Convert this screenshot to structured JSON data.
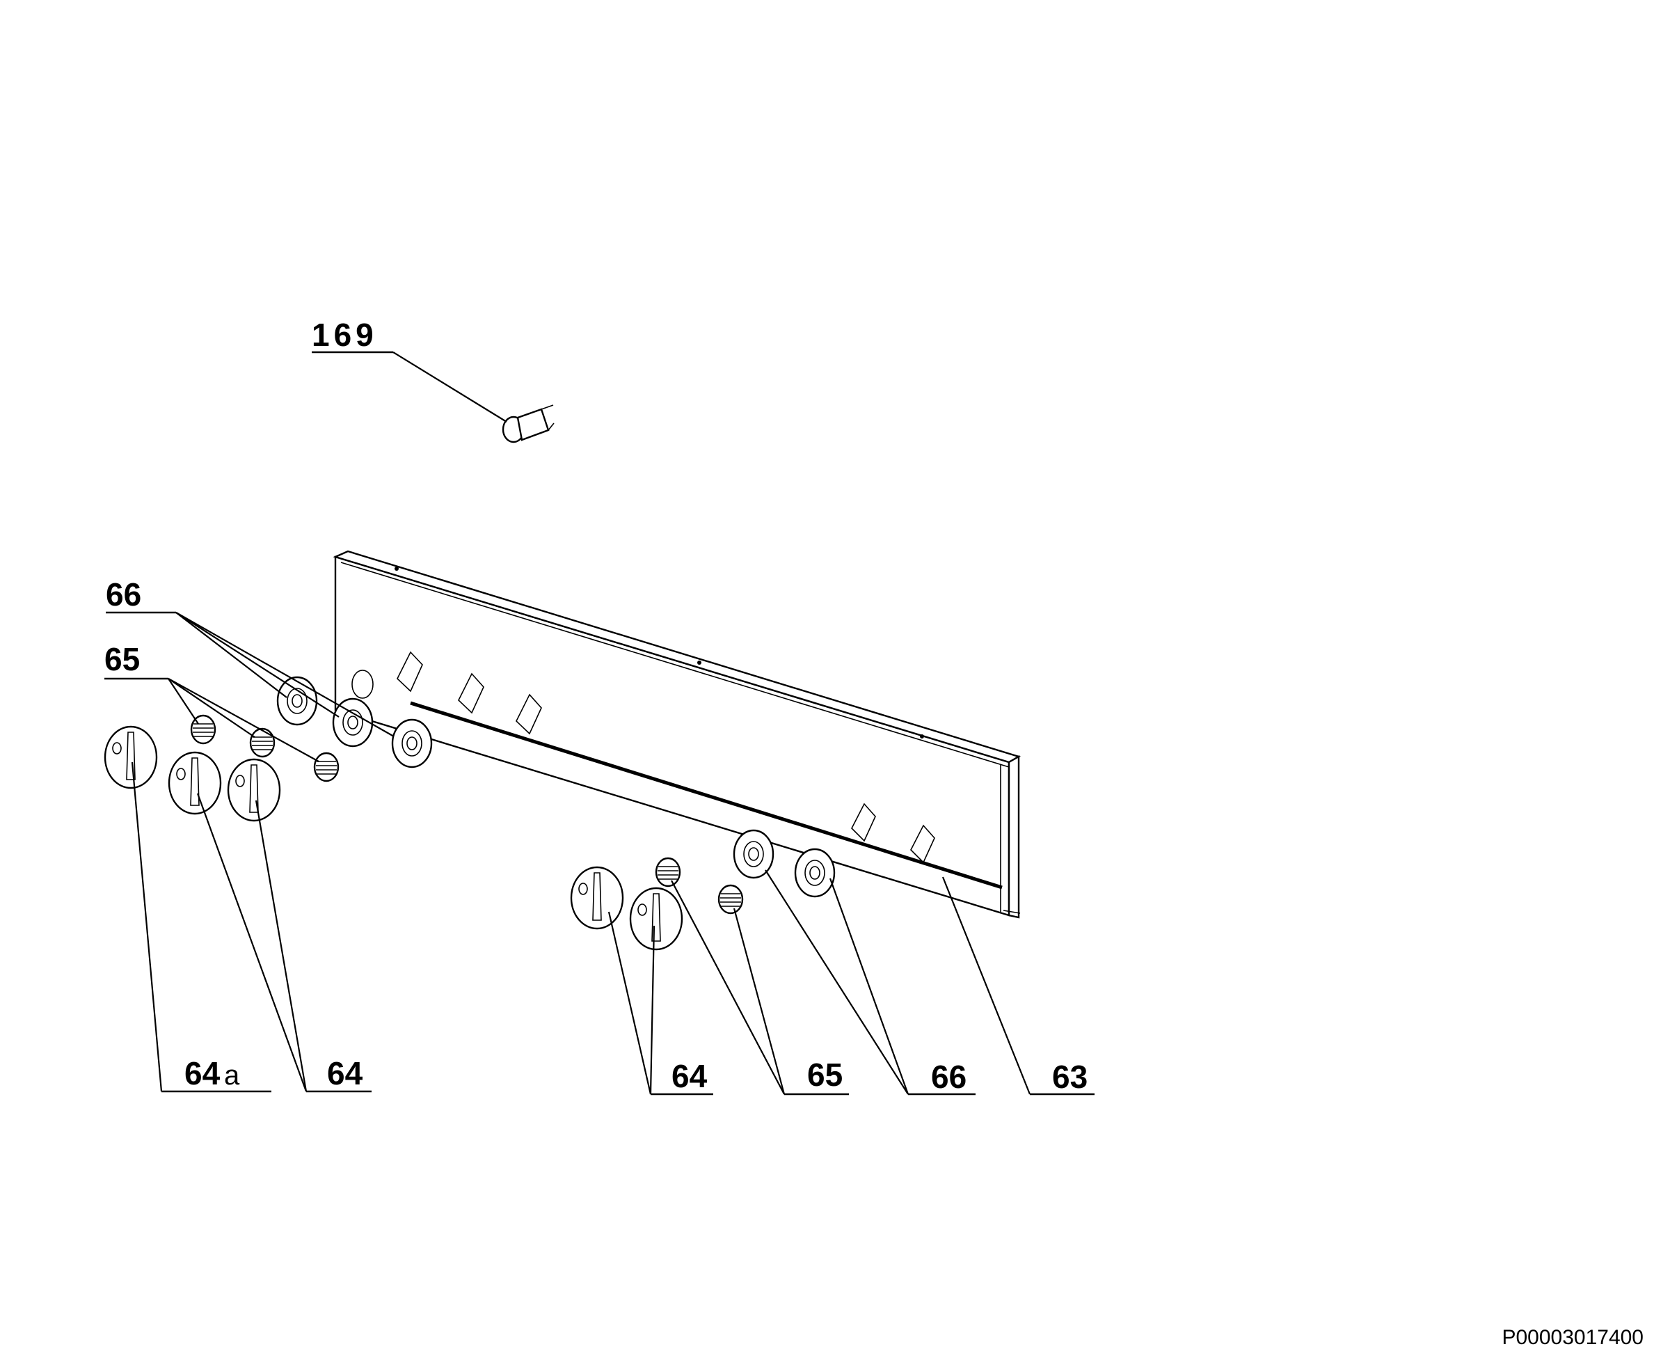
{
  "labels": {
    "l169": "169",
    "l66_left": "66",
    "l65_left": "65",
    "l64a": "64",
    "l64a_suffix": "a",
    "l64_left": "64",
    "l64_right": "64",
    "l65_right": "65",
    "l66_right": "66",
    "l63": "63"
  },
  "document_id": "P00003017400"
}
